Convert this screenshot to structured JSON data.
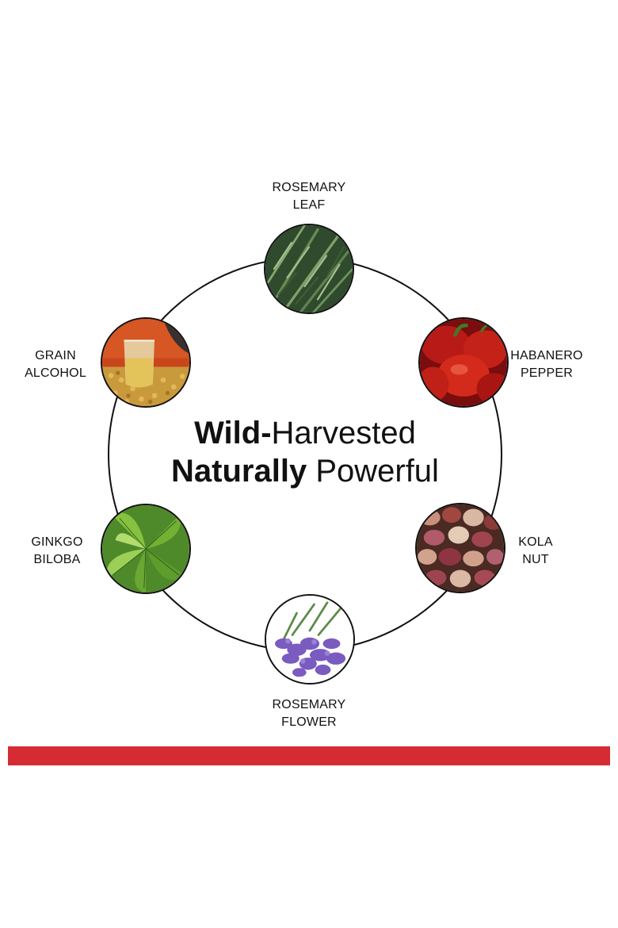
{
  "headline": {
    "line1_bold": "Wild-",
    "line1_light": "Harvested",
    "line2_bold": "Naturally",
    "line2_light": " Powerful"
  },
  "ingredients": [
    {
      "name_line1": "ROSEMARY",
      "name_line2": "LEAF",
      "icon": "rosemary-leaf-image"
    },
    {
      "name_line1": "HABANERO",
      "name_line2": "PEPPER",
      "icon": "habanero-pepper-image"
    },
    {
      "name_line1": "KOLA",
      "name_line2": "NUT",
      "icon": "kola-nut-image"
    },
    {
      "name_line1": "ROSEMARY",
      "name_line2": "FLOWER",
      "icon": "rosemary-flower-image"
    },
    {
      "name_line1": "GINKGO",
      "name_line2": "BILOBA",
      "icon": "ginkgo-biloba-image"
    },
    {
      "name_line1": "GRAIN",
      "name_line2": "ALCOHOL",
      "icon": "grain-alcohol-image"
    }
  ],
  "colors": {
    "accent_bar": "#d52b33",
    "ring": "#111111",
    "text": "#111111"
  }
}
